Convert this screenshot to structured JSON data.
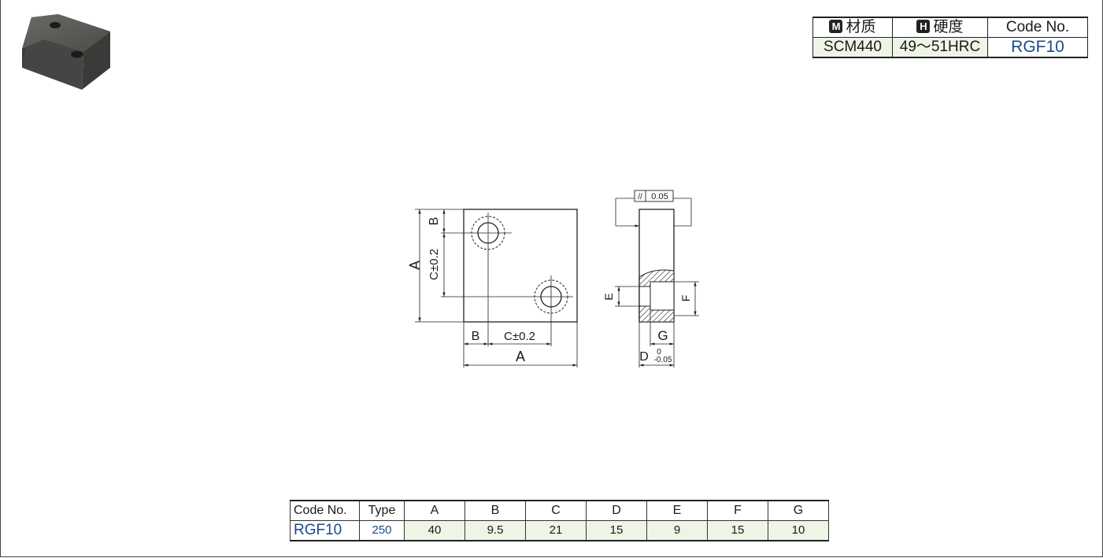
{
  "spec_table": {
    "headers": [
      {
        "badge": "M",
        "label": "材质"
      },
      {
        "badge": "H",
        "label": "硬度"
      },
      {
        "badge": "",
        "label": "Code No."
      }
    ],
    "values": [
      "SCM440",
      "49～51HRC",
      "RGF10"
    ]
  },
  "drawing": {
    "labels": {
      "A_vertical": "A",
      "B_vertical": "B",
      "C_vertical": "C±0.2",
      "B_horizontal": "B",
      "C_horizontal": "C±0.2",
      "A_horizontal": "A",
      "parallelism_symbol": "//",
      "parallelism_value": "0.05",
      "E": "E",
      "F": "F",
      "G": "G",
      "D": "D",
      "D_tol_upper": "0",
      "D_tol_lower": "-0.05"
    }
  },
  "dimension_table": {
    "headers": [
      "Code No.",
      "Type",
      "A",
      "B",
      "C",
      "D",
      "E",
      "F",
      "G"
    ],
    "rows": [
      [
        "RGF10",
        "250",
        "40",
        "9.5",
        "21",
        "15",
        "9",
        "15",
        "10"
      ]
    ]
  },
  "colors": {
    "value_blue": "#1a4a8a",
    "value_green_bg": "#eef5e6",
    "photo_gray": "#4a4a4a"
  }
}
